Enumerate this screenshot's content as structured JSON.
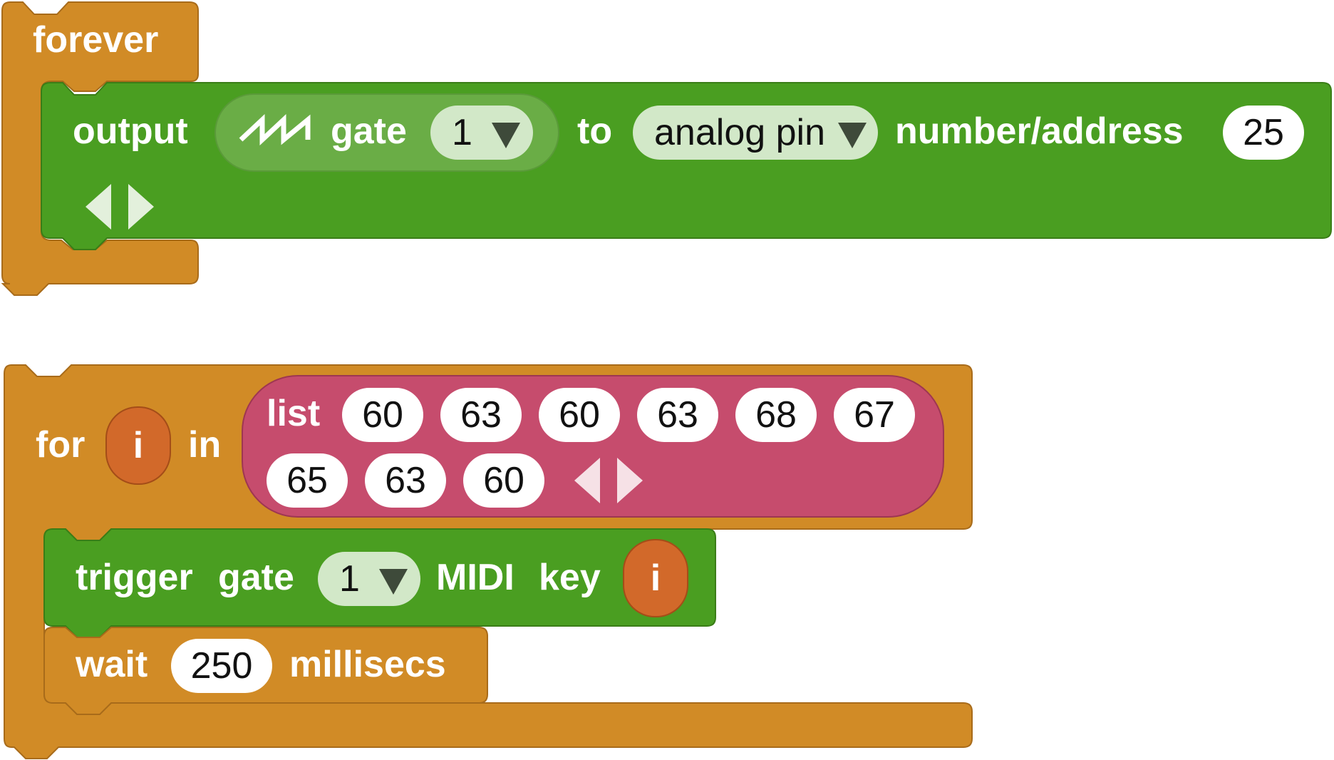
{
  "forever_block": {
    "label": "forever",
    "output_block": {
      "label_output": "output",
      "gate_reporter": {
        "icon": "sawtooth-wave-icon",
        "label": "gate",
        "dropdown_value": "1"
      },
      "label_to": "to",
      "pin_dropdown": {
        "value": "analog pin"
      },
      "label_number": "number/address",
      "number_value": "25"
    }
  },
  "for_block": {
    "label_for": "for",
    "variable": "i",
    "label_in": "in",
    "list_block": {
      "label": "list",
      "items": [
        "60",
        "63",
        "60",
        "63",
        "68",
        "67",
        "65",
        "63",
        "60"
      ]
    },
    "trigger_block": {
      "label_trigger": "trigger",
      "label_gate": "gate",
      "gate_dropdown_value": "1",
      "label_midi": "MIDI",
      "label_key": "key",
      "key_variable": "i"
    },
    "wait_block": {
      "label_wait": "wait",
      "value": "250",
      "label_unit": "millisecs"
    }
  },
  "colors": {
    "control": "#d18b26",
    "control_border": "#a86b1a",
    "output": "#4a9e21",
    "output_border": "#3a7d17",
    "list": "#c64c6d",
    "list_border": "#9e3652",
    "variable": "#d2692a"
  }
}
